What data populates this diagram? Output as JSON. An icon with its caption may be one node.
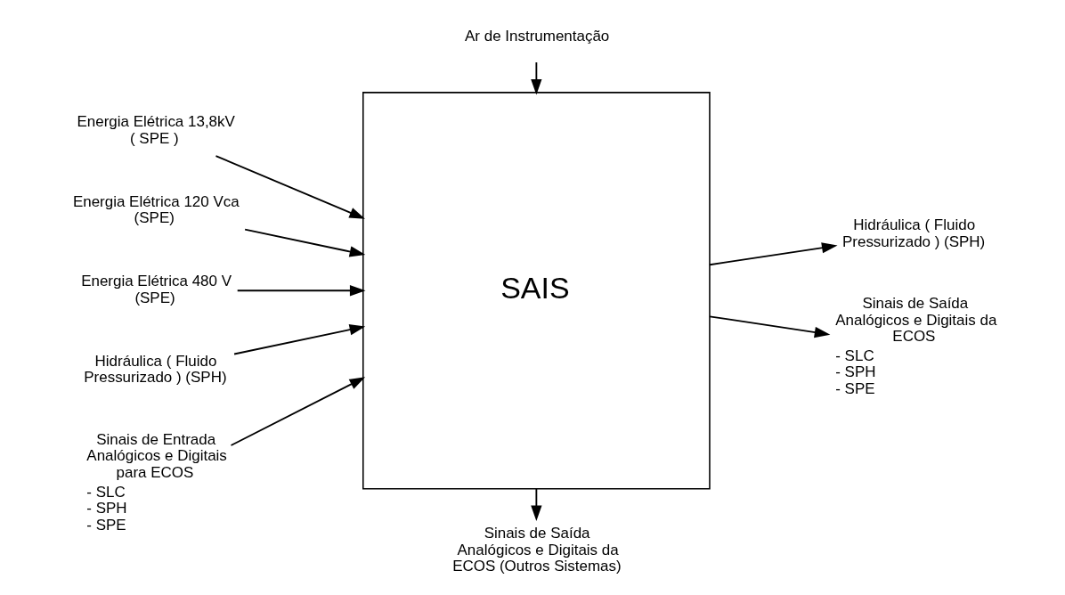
{
  "diagram": {
    "nodes": [
      {
        "text": [
          "SAIS"
        ]
      },
      {
        "text": [
          "Ar de Instrumentação"
        ]
      },
      {
        "text": [
          "Energia Elétrica 13,8kV ( SPE )"
        ]
      },
      {
        "text": [
          "Energia Elétrica 120 Vca (SPE)"
        ]
      },
      {
        "text": [
          "Energia Elétrica 480 V (SPE)"
        ]
      },
      {
        "text": [
          "Hidráulica ( Fluido Pressurizado ) (SPH)"
        ]
      },
      {
        "text": [
          "Sinais de Entrada Analógicos e Digitais para ECOS"
        ],
        "beside": [
          "- SLC",
          "- SPH",
          "- SPE"
        ]
      },
      {
        "text": [
          "Hidráulica ( Fluido Pressurizado ) (SPH)"
        ]
      },
      {
        "text": [
          "Sinais de Saída Analógicos e Digitais da ECOS"
        ],
        "beside": [
          "- SLC",
          "- SPH",
          "- SPE"
        ]
      },
      {
        "text": [
          "Sinais de Saída Analógicos e Digitais da ECOS (Outros Sistemas)"
        ]
      }
    ],
    "edges": [
      {
        "from": 1,
        "to": 0,
        "arrow": "to"
      },
      {
        "from": 2,
        "to": 0,
        "arrow": "to"
      },
      {
        "from": 3,
        "to": 0,
        "arrow": "to"
      },
      {
        "from": 4,
        "to": 0,
        "arrow": "to"
      },
      {
        "from": 5,
        "to": 0,
        "arrow": "to"
      },
      {
        "from": 6,
        "to": 0,
        "arrow": "to"
      },
      {
        "from": 0,
        "to": 7,
        "arrow": "to"
      },
      {
        "from": 0,
        "to": 8,
        "arrow": "to"
      },
      {
        "from": 0,
        "to": 9,
        "arrow": "to"
      }
    ]
  }
}
